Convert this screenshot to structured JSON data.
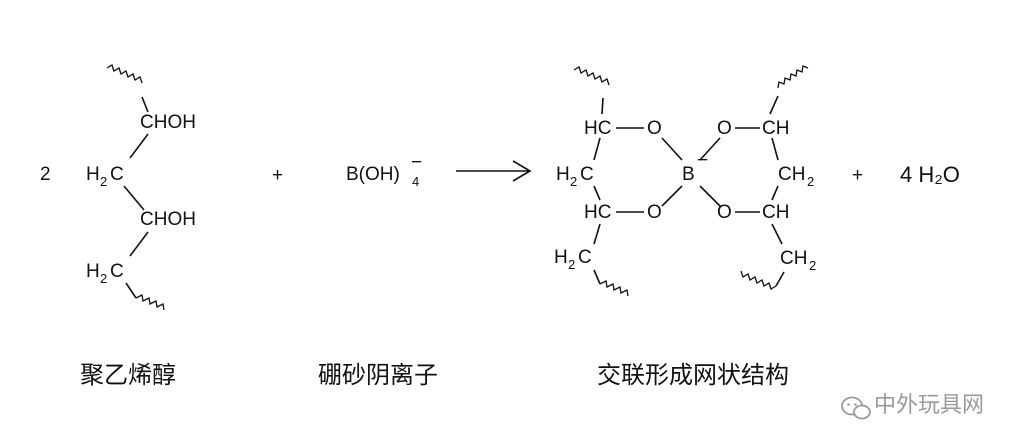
{
  "reaction": {
    "coefficient_pva": "2",
    "plus_1": "+",
    "plus_2": "+",
    "borate": {
      "main": "B(OH)",
      "sub": "4",
      "charge": "−"
    },
    "water": "4 H₂O",
    "pva_labels": {
      "choh_top": "CHOH",
      "ch2_mid": "H",
      "ch2_mid_sub": "2",
      "ch2_mid_c": "C",
      "choh_bottom": "CHOH",
      "ch2_bottom": "H",
      "ch2_bottom_sub": "2",
      "ch2_bottom_c": "C"
    },
    "product_labels": {
      "hc_top_left": "HC",
      "o_top_left": "O",
      "o_top_right": "O",
      "ch_top_right": "CH",
      "h2c_mid_left": "H",
      "h2c_mid_left_sub": "2",
      "h2c_mid_left_c": "C",
      "boron": "B",
      "boron_charge": "−",
      "ch2_mid_right": "CH",
      "ch2_mid_right_sub": "2",
      "hc_bottom_left": "HC",
      "o_bottom_left": "O",
      "o_bottom_right": "O",
      "ch_bottom_right": "CH",
      "h2c_lower_left": "H",
      "h2c_lower_left_sub": "2",
      "h2c_lower_left_c": "C",
      "ch2_lower_right": "CH",
      "ch2_lower_right_sub": "2"
    }
  },
  "captions": {
    "pva": "聚乙烯醇",
    "borate": "硼砂阴离子",
    "product": "交联形成网状结构"
  },
  "watermark": {
    "text": "中外玩具网",
    "icon": "wechat-icon"
  }
}
